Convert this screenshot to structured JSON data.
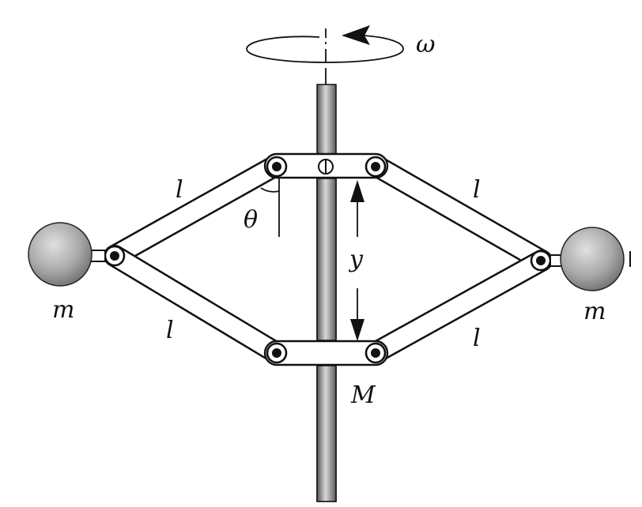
{
  "labels": {
    "omega": "ω",
    "theta": "θ",
    "y": "y",
    "M": "M",
    "m_left": "m",
    "m_right": "m",
    "l_upper_left": "l",
    "l_lower_left": "l",
    "l_upper_right": "l",
    "l_lower_right": "l"
  },
  "colors": {
    "line": "#111111",
    "shaft_dark": "#555555",
    "shaft_light": "#d8d8d8",
    "ball_light": "#e0e0e0",
    "ball_dark": "#6e6e6e"
  },
  "icons": {
    "rotation": "rotation-arrow-icon",
    "pin": "pivot-pin-icon"
  }
}
